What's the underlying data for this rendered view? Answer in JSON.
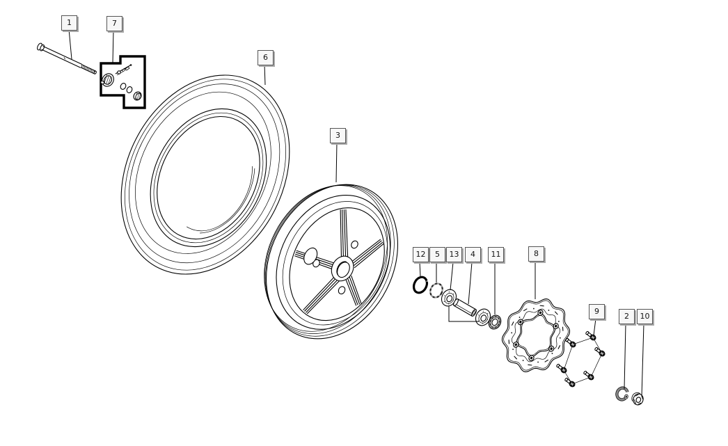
{
  "canvas": {
    "background": "#ffffff",
    "line_color": "#000000"
  },
  "label_style": {
    "background": "#f7f7f7",
    "border": "#555555",
    "shadow": "#a8a8a8",
    "text_color": "#111111"
  },
  "parts": [
    {
      "label": "1",
      "name": "axle-bolt"
    },
    {
      "label": "7",
      "name": "valve-assembly"
    },
    {
      "label": "6",
      "name": "tyre"
    },
    {
      "label": "3",
      "name": "front-wheel-rim"
    },
    {
      "label": "12",
      "name": "o-ring"
    },
    {
      "label": "5",
      "name": "circlip"
    },
    {
      "label": "13",
      "name": "wheel-bearings"
    },
    {
      "label": "4",
      "name": "spacer-tube"
    },
    {
      "label": "11",
      "name": "seal-collar"
    },
    {
      "label": "8",
      "name": "brake-disc"
    },
    {
      "label": "9",
      "name": "disc-screws"
    },
    {
      "label": "2",
      "name": "spacer-bush"
    },
    {
      "label": "10",
      "name": "axle-nut"
    }
  ]
}
